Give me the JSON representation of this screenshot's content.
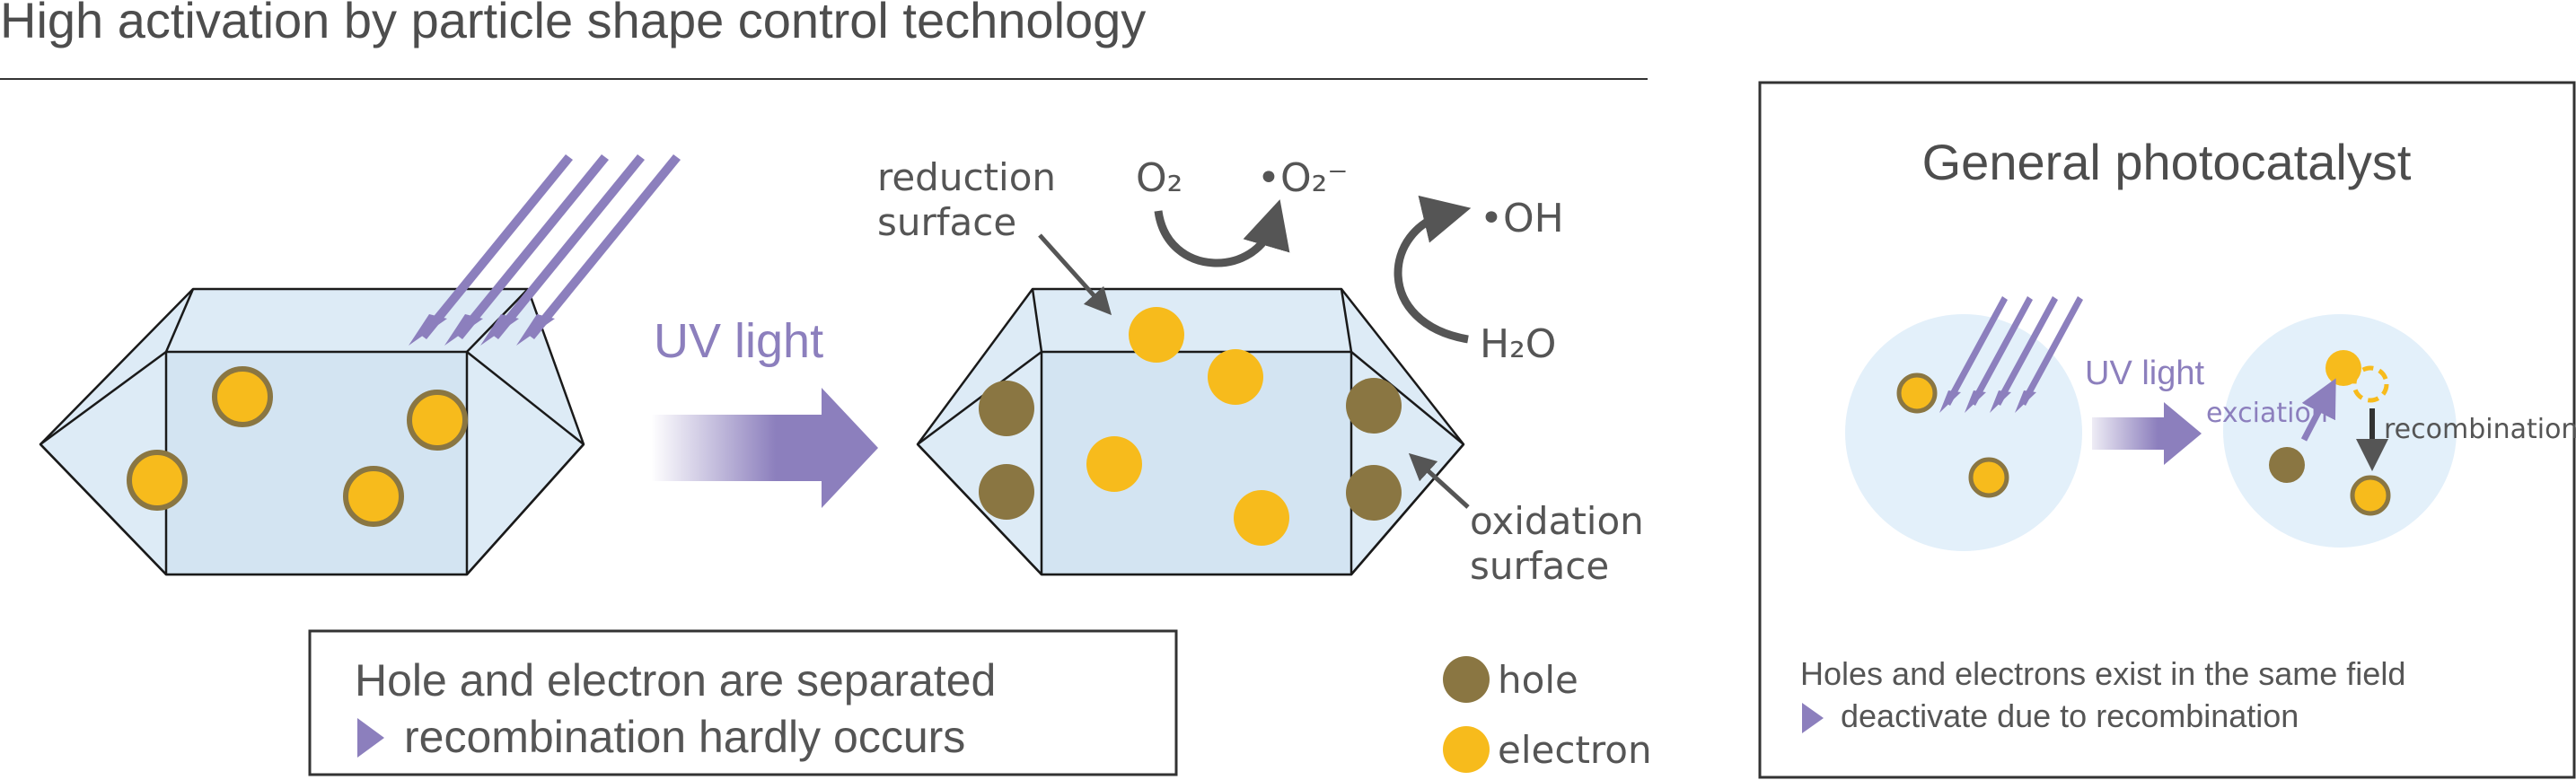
{
  "title": "High activation by particle shape control technology",
  "main": {
    "uv_label": "UV light",
    "reduction_label": [
      "reduction",
      "surface"
    ],
    "oxidation_label": [
      "oxidation",
      "surface"
    ],
    "o2": "O₂",
    "o2_radical": "•O₂⁻",
    "oh_radical": "•OH",
    "h2o": "H₂O",
    "summary": {
      "line1": "Hole and electron are separated",
      "line2": "recombination hardly occurs"
    },
    "legend": {
      "hole": "hole",
      "electron": "electron"
    }
  },
  "general": {
    "title": "General photocatalyst",
    "uv_label": "UV light",
    "excitation_label": "exciation",
    "recombination_label": "recombination",
    "note": {
      "line1": "Holes and electrons exist in the same field",
      "line2": "deactivate due to recombination"
    }
  },
  "colors": {
    "purple": "#8C7FBD",
    "hole": "#8A7642",
    "electron": "#F7BB1C",
    "crystal_fill": "#DDEBF6",
    "sphere_fill": "#E3F0FA",
    "text": "#555555"
  }
}
